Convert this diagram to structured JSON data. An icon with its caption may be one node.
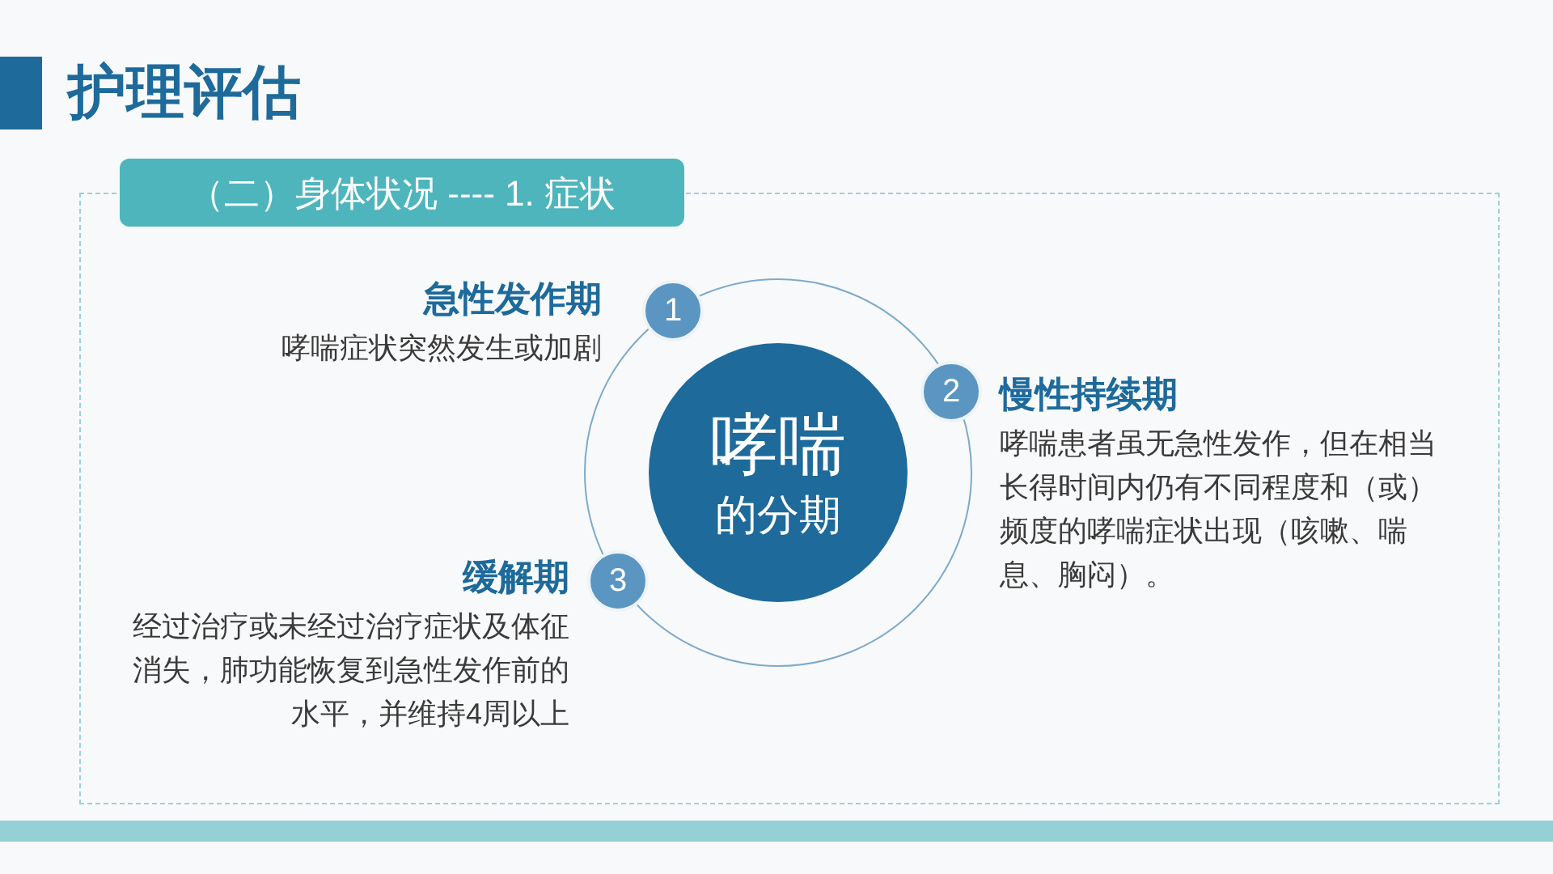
{
  "diagram": {
    "title": "护理评估",
    "nodes": [
      {
        "text": [
          "（二）身体状况 ---- 1. 症状"
        ]
      },
      {
        "text": [
          "哮喘",
          "的分期"
        ]
      },
      {
        "text": [
          "1"
        ],
        "beside": [
          "急性发作期",
          "哮喘症状突然发生或加剧"
        ]
      },
      {
        "text": [
          "2"
        ],
        "beside": [
          "慢性持续期",
          "哮喘患者虽无急性发作，但在相当长得时间内仍有不同程度和（或）频度的哮喘症状出现（咳嗽、喘息、胸闷）。"
        ]
      },
      {
        "text": [
          "3"
        ],
        "beside": [
          "缓解期",
          "经过治疗或未经过治疗症状及体征消失，肺功能恢复到急性发作前的水平，并维持4周以上"
        ]
      }
    ]
  }
}
